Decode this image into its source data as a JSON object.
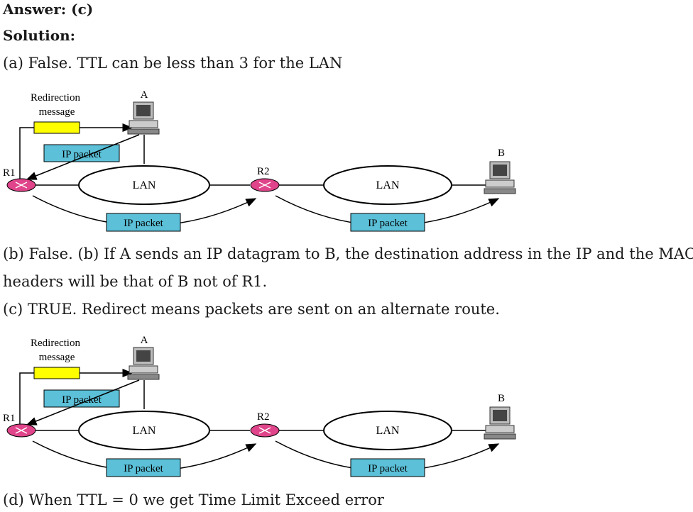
{
  "answer": "Answer: (c)",
  "solution": "Solution:",
  "line_a": "(a) False. TTL can be less than 3 for the LAN",
  "line_b1": "(b) False. (b) If A sends an IP datagram to B, the destination address in the IP and the MAC",
  "line_b2": "headers will be that of B not of R1.",
  "line_c": "(c) TRUE. Redirect means packets are sent on an alternate route.",
  "line_d": "(d) When TTL = 0 we get Time Limit Exceed error",
  "diagram": {
    "redirection_line1": "Redirection",
    "redirection_line2": "message",
    "host_a": "A",
    "host_b": "B",
    "router1": "R1",
    "router2": "R2",
    "lan": "LAN",
    "ip_packet": "IP packet",
    "colors": {
      "redirect_box": "#ffff00",
      "packet_box": "#5bc0d8",
      "router": "#e0448a"
    }
  }
}
